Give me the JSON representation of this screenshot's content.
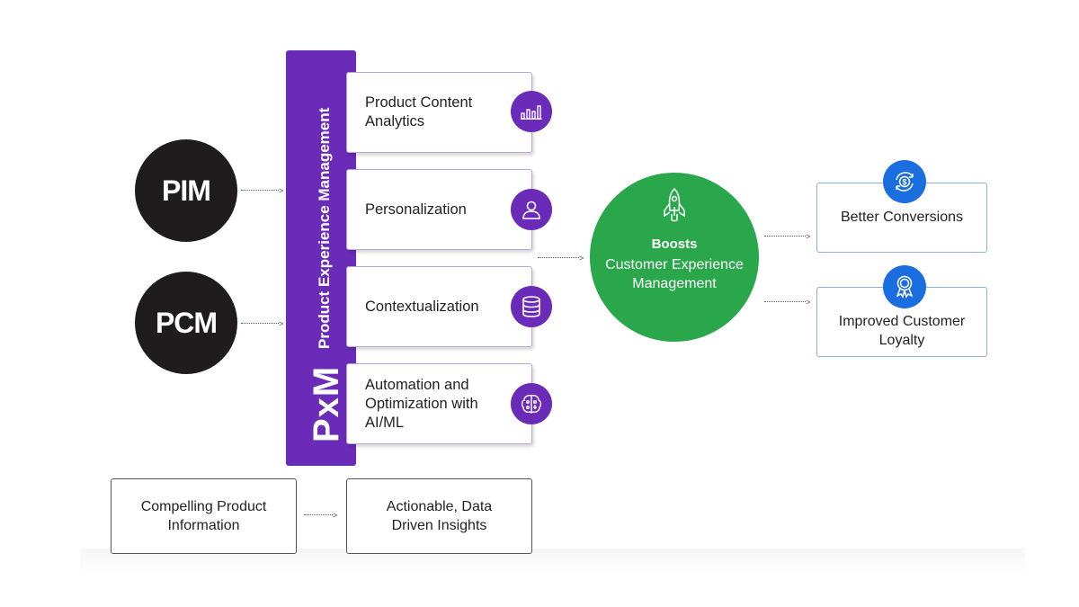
{
  "inputs": [
    {
      "label": "PIM"
    },
    {
      "label": "PCM"
    }
  ],
  "pxm": {
    "abbr": "PxM",
    "title": "Product Experience Management",
    "accent_color": "#6a2bb8",
    "capabilities": [
      {
        "label": "Product Content Analytics",
        "icon": "bar-chart-icon"
      },
      {
        "label": "Personalization",
        "icon": "user-icon"
      },
      {
        "label": "Contextualization",
        "icon": "database-icon"
      },
      {
        "label": "Automation and Optimization with AI/ML",
        "icon": "brain-icon"
      }
    ]
  },
  "hub": {
    "icon": "rocket-icon",
    "bold": "Boosts",
    "text": "Customer Experience Management",
    "color": "#2aa64b"
  },
  "outcomes": [
    {
      "label": "Better Conversions",
      "icon": "dollar-cycle-icon"
    },
    {
      "label": "Improved Customer Loyalty",
      "icon": "award-badge-icon"
    }
  ],
  "bottom_row": [
    {
      "label": "Compelling Product Information"
    },
    {
      "label": "Actionable, Data Driven Insights"
    }
  ]
}
